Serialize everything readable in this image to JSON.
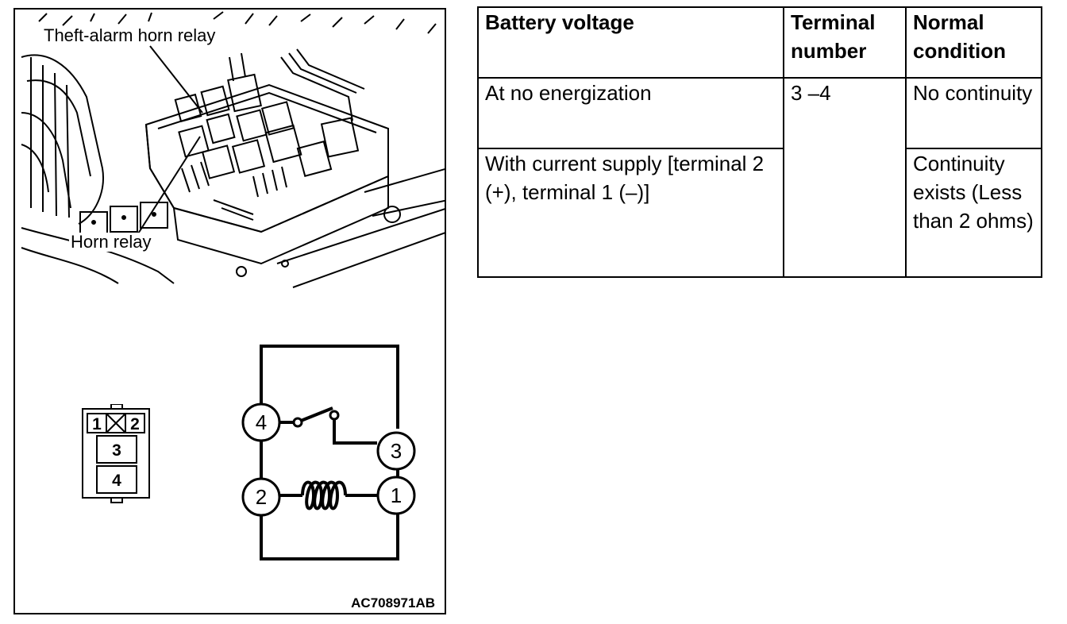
{
  "figure": {
    "labels": {
      "theft_alarm_relay": "Theft-alarm horn relay",
      "horn_relay": "Horn relay"
    },
    "code": "AC708971AB",
    "connector": {
      "t1": "1",
      "t2": "2",
      "t3": "3",
      "t4": "4"
    },
    "schematic": {
      "t1": "1",
      "t2": "2",
      "t3": "3",
      "t4": "4"
    }
  },
  "table": {
    "headers": [
      "Battery voltage",
      "Terminal number",
      "Normal condition"
    ],
    "rows": [
      {
        "voltage": "At no energization",
        "terminal": "3 –4",
        "condition": "No continuity"
      },
      {
        "voltage": "With current supply [terminal 2 (+), terminal 1 (–)]",
        "condition": "Continuity exists (Less than 2 ohms)"
      }
    ]
  }
}
